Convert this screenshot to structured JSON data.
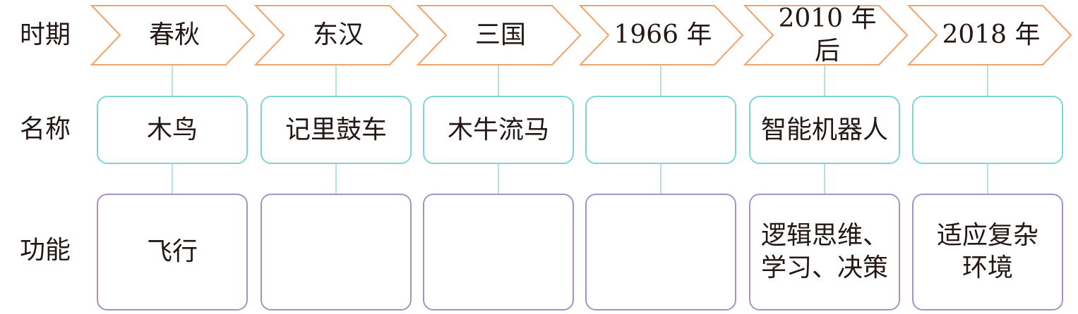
{
  "row_labels": {
    "period": "时期",
    "name": "名称",
    "function": "功能"
  },
  "columns": [
    {
      "period": "春秋",
      "name": "木鸟",
      "function": "飞行"
    },
    {
      "period": "东汉",
      "name": "记里鼓车",
      "function": ""
    },
    {
      "period": "三国",
      "name": "木牛流马",
      "function": ""
    },
    {
      "period": "1966 年",
      "name": "",
      "function": ""
    },
    {
      "period": "2010 年后",
      "name": "智能机器人",
      "function": "逻辑思维、\n学习、决策"
    },
    {
      "period": "2018 年",
      "name": "",
      "function": "适应复杂\n环境"
    }
  ],
  "colors": {
    "arrow_stroke": "#F0A36A",
    "name_stroke": "#7FD4D4",
    "function_stroke": "#A991C8",
    "connector": "#9FD9D6"
  }
}
